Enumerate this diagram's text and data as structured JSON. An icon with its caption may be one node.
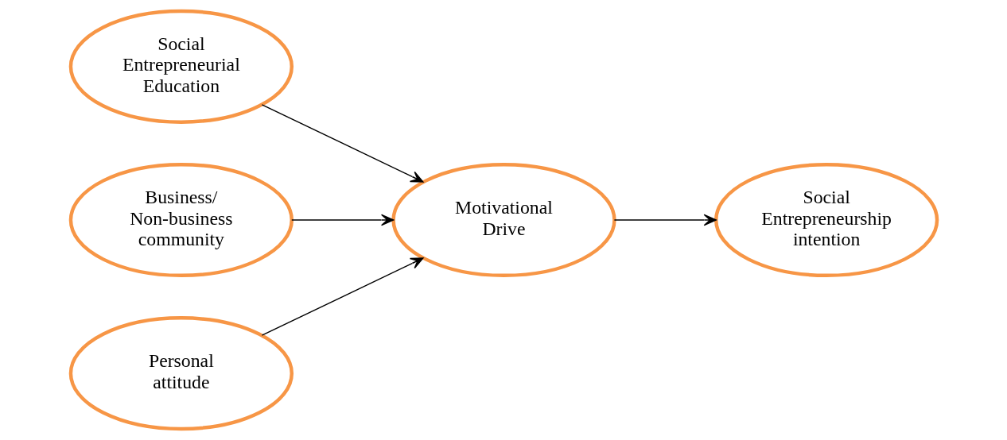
{
  "diagram": {
    "nodes": [
      {
        "text": [
          "Social Entrepreneurial Education"
        ]
      },
      {
        "text": [
          "Business/ Non-business community"
        ]
      },
      {
        "text": [
          "Motivational Drive"
        ]
      },
      {
        "text": [
          "Social Entrepreneurship intention"
        ]
      },
      {
        "text": [
          "Personal attitude"
        ]
      }
    ],
    "edges": [
      {
        "from": 0,
        "to": 2,
        "arrow": "to"
      },
      {
        "from": 1,
        "to": 2,
        "arrow": "to"
      },
      {
        "from": 4,
        "to": 2,
        "arrow": "to"
      },
      {
        "from": 2,
        "to": 3,
        "arrow": "to"
      }
    ]
  }
}
